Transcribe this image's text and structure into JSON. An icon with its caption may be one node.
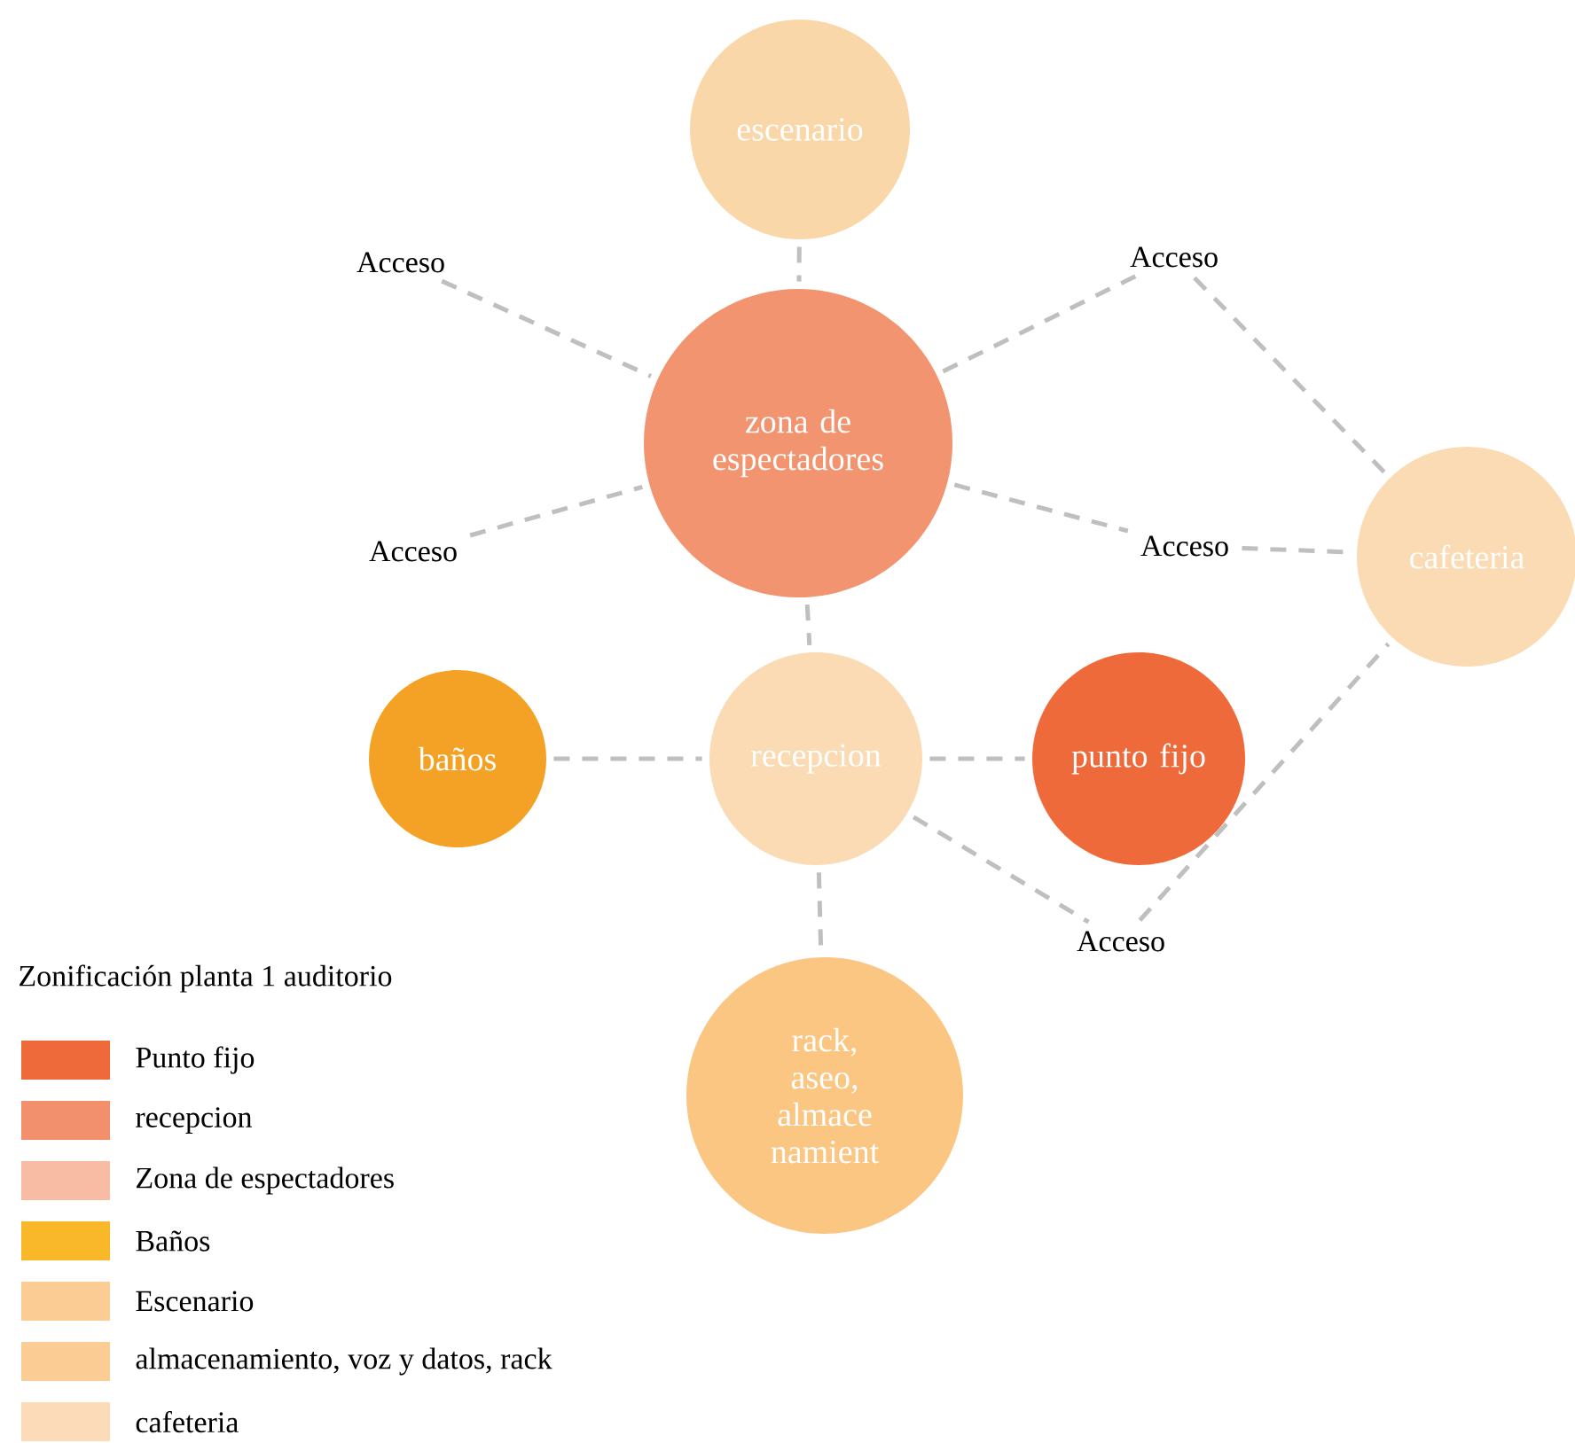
{
  "diagram": {
    "nodes": [
      {
        "text": [
          "escenario"
        ]
      },
      {
        "text": [
          "zona de espectadores"
        ]
      },
      {
        "text": [
          "Acceso"
        ]
      },
      {
        "text": [
          "Acceso"
        ]
      },
      {
        "text": [
          "Acceso"
        ]
      },
      {
        "text": [
          "Acceso"
        ]
      },
      {
        "text": [
          "cafeteria"
        ]
      },
      {
        "text": [
          "baños"
        ]
      },
      {
        "text": [
          "recepcion"
        ]
      },
      {
        "text": [
          "punto fijo"
        ]
      },
      {
        "text": [
          "rack, aseo, almace namient"
        ]
      },
      {
        "text": [
          "Acceso"
        ]
      }
    ],
    "edges": [
      {
        "from": 0,
        "to": 1,
        "arrow": "none",
        "style": "dashed"
      },
      {
        "from": 2,
        "to": 1,
        "arrow": "none",
        "style": "dashed"
      },
      {
        "from": 1,
        "to": 3,
        "arrow": "none",
        "style": "dashed"
      },
      {
        "from": 3,
        "to": 6,
        "arrow": "none",
        "style": "dashed"
      },
      {
        "from": 4,
        "to": 1,
        "arrow": "none",
        "style": "dashed"
      },
      {
        "from": 1,
        "to": 5,
        "arrow": "none",
        "style": "dashed"
      },
      {
        "from": 5,
        "to": 6,
        "arrow": "none",
        "style": "dashed"
      },
      {
        "from": 1,
        "to": 8,
        "arrow": "none",
        "style": "dashed"
      },
      {
        "from": 7,
        "to": 8,
        "arrow": "none",
        "style": "dashed"
      },
      {
        "from": 8,
        "to": 9,
        "arrow": "none",
        "style": "dashed"
      },
      {
        "from": 8,
        "to": 10,
        "arrow": "none",
        "style": "dashed"
      },
      {
        "from": 8,
        "to": 11,
        "arrow": "none",
        "style": "dashed"
      },
      {
        "from": 11,
        "to": 6,
        "arrow": "none",
        "style": "dashed"
      }
    ],
    "labels": [
      "Zonificación planta 1 auditorio"
    ],
    "legend": [
      {
        "text": "Punto fijo",
        "color": "#ee6a3b"
      },
      {
        "text": "recepcion",
        "color": "#f28f6c"
      },
      {
        "text": "Zona de espectadores",
        "color": "#f8bba4"
      },
      {
        "text": "Baños",
        "color": "#f9b72a"
      },
      {
        "text": "Escenario",
        "color": "#fbcd95"
      },
      {
        "text": "almacenamiento, voz y datos, rack",
        "color": "#fbcd95"
      },
      {
        "text": "cafeteria",
        "color": "#fcdcb8"
      }
    ]
  }
}
